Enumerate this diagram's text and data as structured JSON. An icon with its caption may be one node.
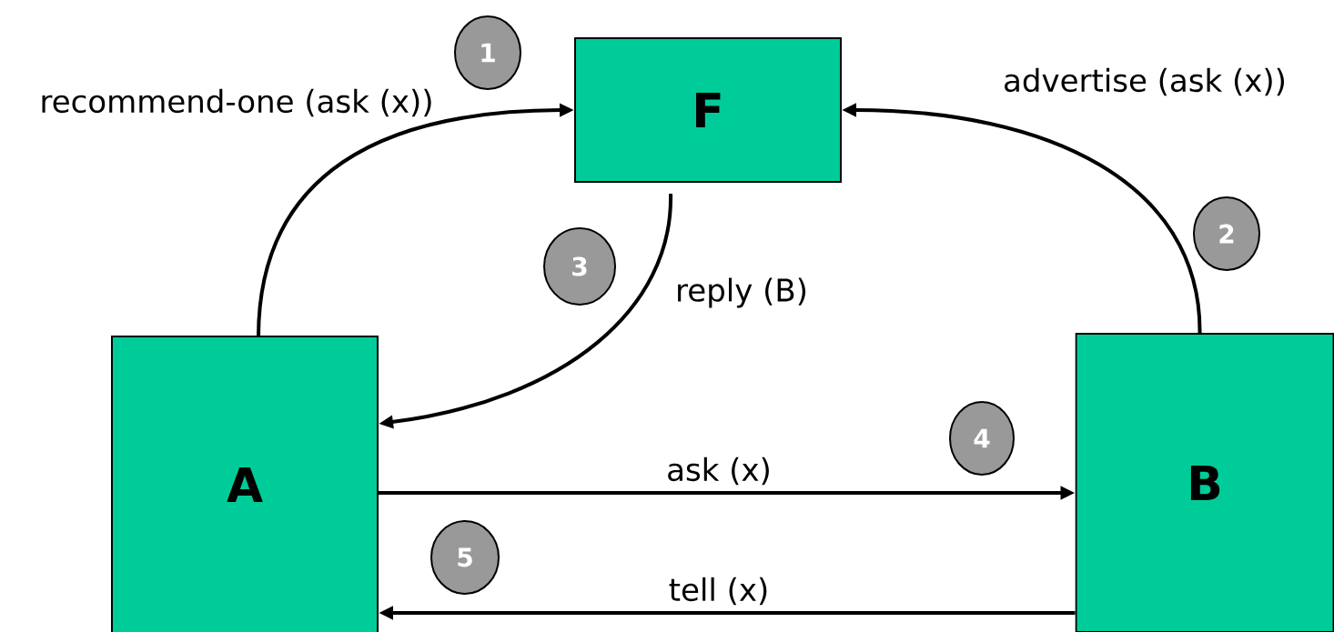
{
  "diagram": {
    "nodes": [
      {
        "text": [
          "F"
        ]
      },
      {
        "text": [
          "A"
        ]
      },
      {
        "text": [
          "B"
        ]
      },
      {
        "text": [
          "1"
        ]
      },
      {
        "text": [
          "2"
        ]
      },
      {
        "text": [
          "3"
        ]
      },
      {
        "text": [
          "4"
        ]
      },
      {
        "text": [
          "5"
        ]
      }
    ],
    "edges": [
      {
        "from": 1,
        "to": 0,
        "arrow": "to",
        "label": "recommend-one (ask (x))"
      },
      {
        "from": 2,
        "to": 0,
        "arrow": "to",
        "label": "advertise (ask (x))"
      },
      {
        "from": 0,
        "to": 1,
        "arrow": "to",
        "label": "reply (B)"
      },
      {
        "from": 1,
        "to": 2,
        "arrow": "to",
        "label": "ask (x)"
      },
      {
        "from": 2,
        "to": 1,
        "arrow": "to",
        "label": "tell (x)"
      }
    ]
  }
}
